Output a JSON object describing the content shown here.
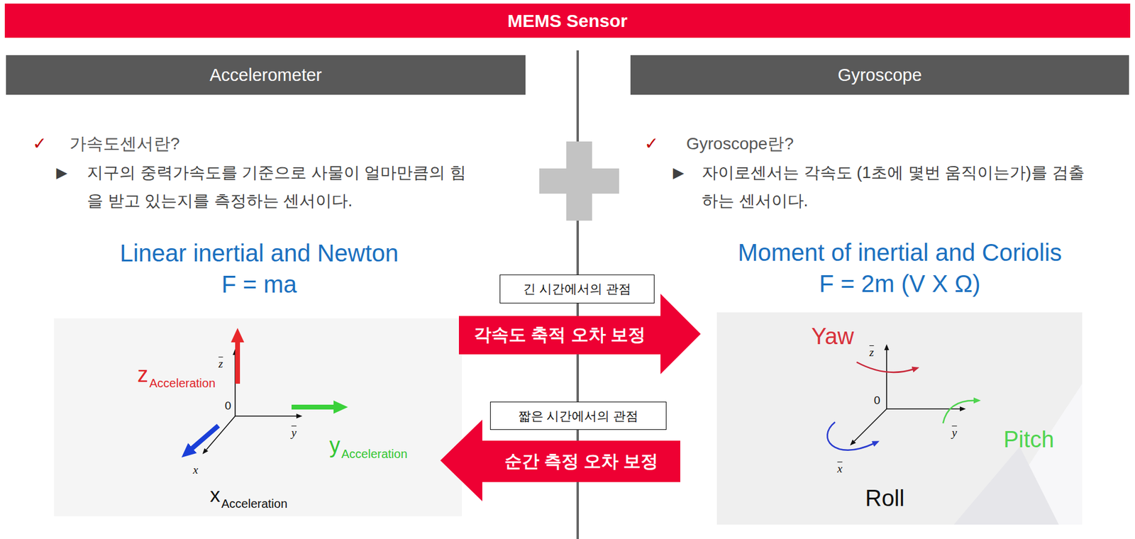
{
  "diagram": {
    "title": "MEMS Sensor",
    "nodes": [
      {
        "text": [
          "Accelerometer"
        ]
      },
      {
        "text": [
          "Gyroscope"
        ]
      },
      {
        "text": [
          "긴 시간에서의 관점"
        ]
      },
      {
        "text": [
          "각속도 축적 오차 보정"
        ]
      },
      {
        "text": [
          "짧은 시간에서의 관점"
        ]
      },
      {
        "text": [
          "순간 측정 오차 보정"
        ]
      }
    ],
    "labels": [
      "✓",
      "가속도센서란?",
      "▶",
      "지구의 중력가속도를 기준으로 사물이 얼마만큼의 힘을 받고 있는지를 측정하는 센서이다.",
      "Linear inertial and Newton",
      "F = ma",
      "z",
      "Acceleration",
      "z",
      "0",
      "y",
      "y",
      "Acceleration",
      "x",
      "x",
      "Acceleration",
      "✓",
      "Gyroscope란?",
      "▶",
      "자이로센서는 각속도 (1초에 몇번 움직이는가)를 검출하는 센서이다.",
      "Moment of inertial and Coriolis",
      "F = 2m (V X Ω)",
      "Yaw",
      "z",
      "0",
      "y",
      "Pitch",
      "x",
      "Roll"
    ]
  }
}
